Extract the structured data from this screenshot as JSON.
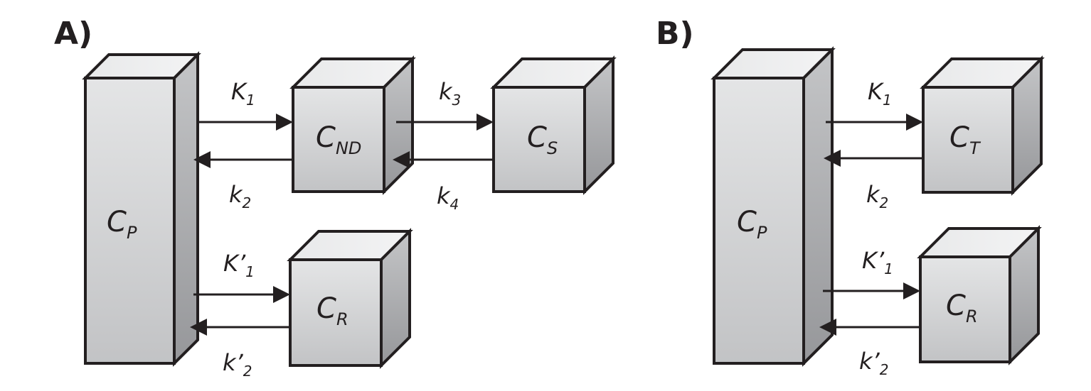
{
  "figure": {
    "panels": [
      {
        "id": "A",
        "label": "A)",
        "compartments": [
          {
            "id": "plasma",
            "main": "C",
            "sub": "P"
          },
          {
            "id": "nondisplaceable",
            "main": "C",
            "sub": "ND"
          },
          {
            "id": "specific",
            "main": "C",
            "sub": "S"
          },
          {
            "id": "reference",
            "main": "C",
            "sub": "R"
          }
        ],
        "rates": [
          {
            "id": "K1",
            "main": "K",
            "prime": "",
            "sub": "1",
            "from": "plasma",
            "to": "nondisplaceable"
          },
          {
            "id": "k2",
            "main": "k",
            "prime": "",
            "sub": "2",
            "from": "nondisplaceable",
            "to": "plasma"
          },
          {
            "id": "k3",
            "main": "k",
            "prime": "",
            "sub": "3",
            "from": "nondisplaceable",
            "to": "specific"
          },
          {
            "id": "k4",
            "main": "k",
            "prime": "",
            "sub": "4",
            "from": "specific",
            "to": "nondisplaceable"
          },
          {
            "id": "K1prime",
            "main": "K",
            "prime": "’",
            "sub": "1",
            "from": "plasma",
            "to": "reference"
          },
          {
            "id": "k2prime",
            "main": "k",
            "prime": "’",
            "sub": "2",
            "from": "reference",
            "to": "plasma"
          }
        ]
      },
      {
        "id": "B",
        "label": "B)",
        "compartments": [
          {
            "id": "plasma",
            "main": "C",
            "sub": "P"
          },
          {
            "id": "tissue",
            "main": "C",
            "sub": "T"
          },
          {
            "id": "reference",
            "main": "C",
            "sub": "R"
          }
        ],
        "rates": [
          {
            "id": "K1",
            "main": "K",
            "prime": "",
            "sub": "1",
            "from": "plasma",
            "to": "tissue"
          },
          {
            "id": "k2",
            "main": "k",
            "prime": "",
            "sub": "2",
            "from": "tissue",
            "to": "plasma"
          },
          {
            "id": "K1prime",
            "main": "K",
            "prime": "’",
            "sub": "1",
            "from": "plasma",
            "to": "reference"
          },
          {
            "id": "k2prime",
            "main": "k",
            "prime": "’",
            "sub": "2",
            "from": "reference",
            "to": "plasma"
          }
        ]
      }
    ],
    "colors": {
      "stroke": "#231f20",
      "front_top": "#e4e5e6",
      "front_bottom": "#c2c3c5",
      "top_face": "#eeeff0",
      "side_top": "#bfc0c2",
      "side_bottom": "#97989b"
    }
  }
}
